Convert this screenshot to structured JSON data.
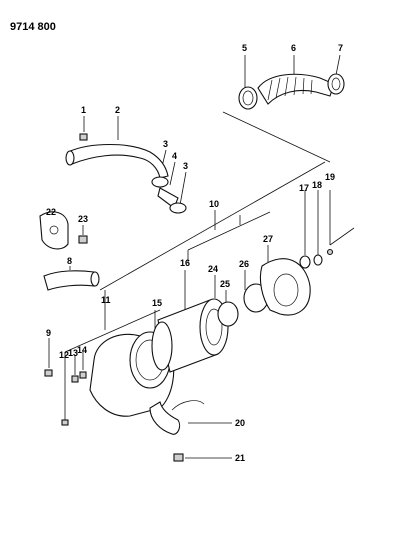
{
  "document": {
    "number": "9714 800"
  },
  "callouts": [
    {
      "id": "1",
      "label": "1"
    },
    {
      "id": "2",
      "label": "2"
    },
    {
      "id": "3a",
      "label": "3"
    },
    {
      "id": "3b",
      "label": "3"
    },
    {
      "id": "4",
      "label": "4"
    },
    {
      "id": "5",
      "label": "5"
    },
    {
      "id": "6",
      "label": "6"
    },
    {
      "id": "7",
      "label": "7"
    },
    {
      "id": "8",
      "label": "8"
    },
    {
      "id": "9",
      "label": "9"
    },
    {
      "id": "10",
      "label": "10"
    },
    {
      "id": "11",
      "label": "11"
    },
    {
      "id": "12",
      "label": "12"
    },
    {
      "id": "13",
      "label": "13"
    },
    {
      "id": "14",
      "label": "14"
    },
    {
      "id": "15",
      "label": "15"
    },
    {
      "id": "16",
      "label": "16"
    },
    {
      "id": "17",
      "label": "17"
    },
    {
      "id": "18",
      "label": "18"
    },
    {
      "id": "19",
      "label": "19"
    },
    {
      "id": "20",
      "label": "20"
    },
    {
      "id": "21",
      "label": "21"
    },
    {
      "id": "22",
      "label": "22"
    },
    {
      "id": "23",
      "label": "23"
    },
    {
      "id": "24",
      "label": "24"
    },
    {
      "id": "25",
      "label": "25"
    },
    {
      "id": "26",
      "label": "26"
    },
    {
      "id": "27",
      "label": "27"
    }
  ]
}
